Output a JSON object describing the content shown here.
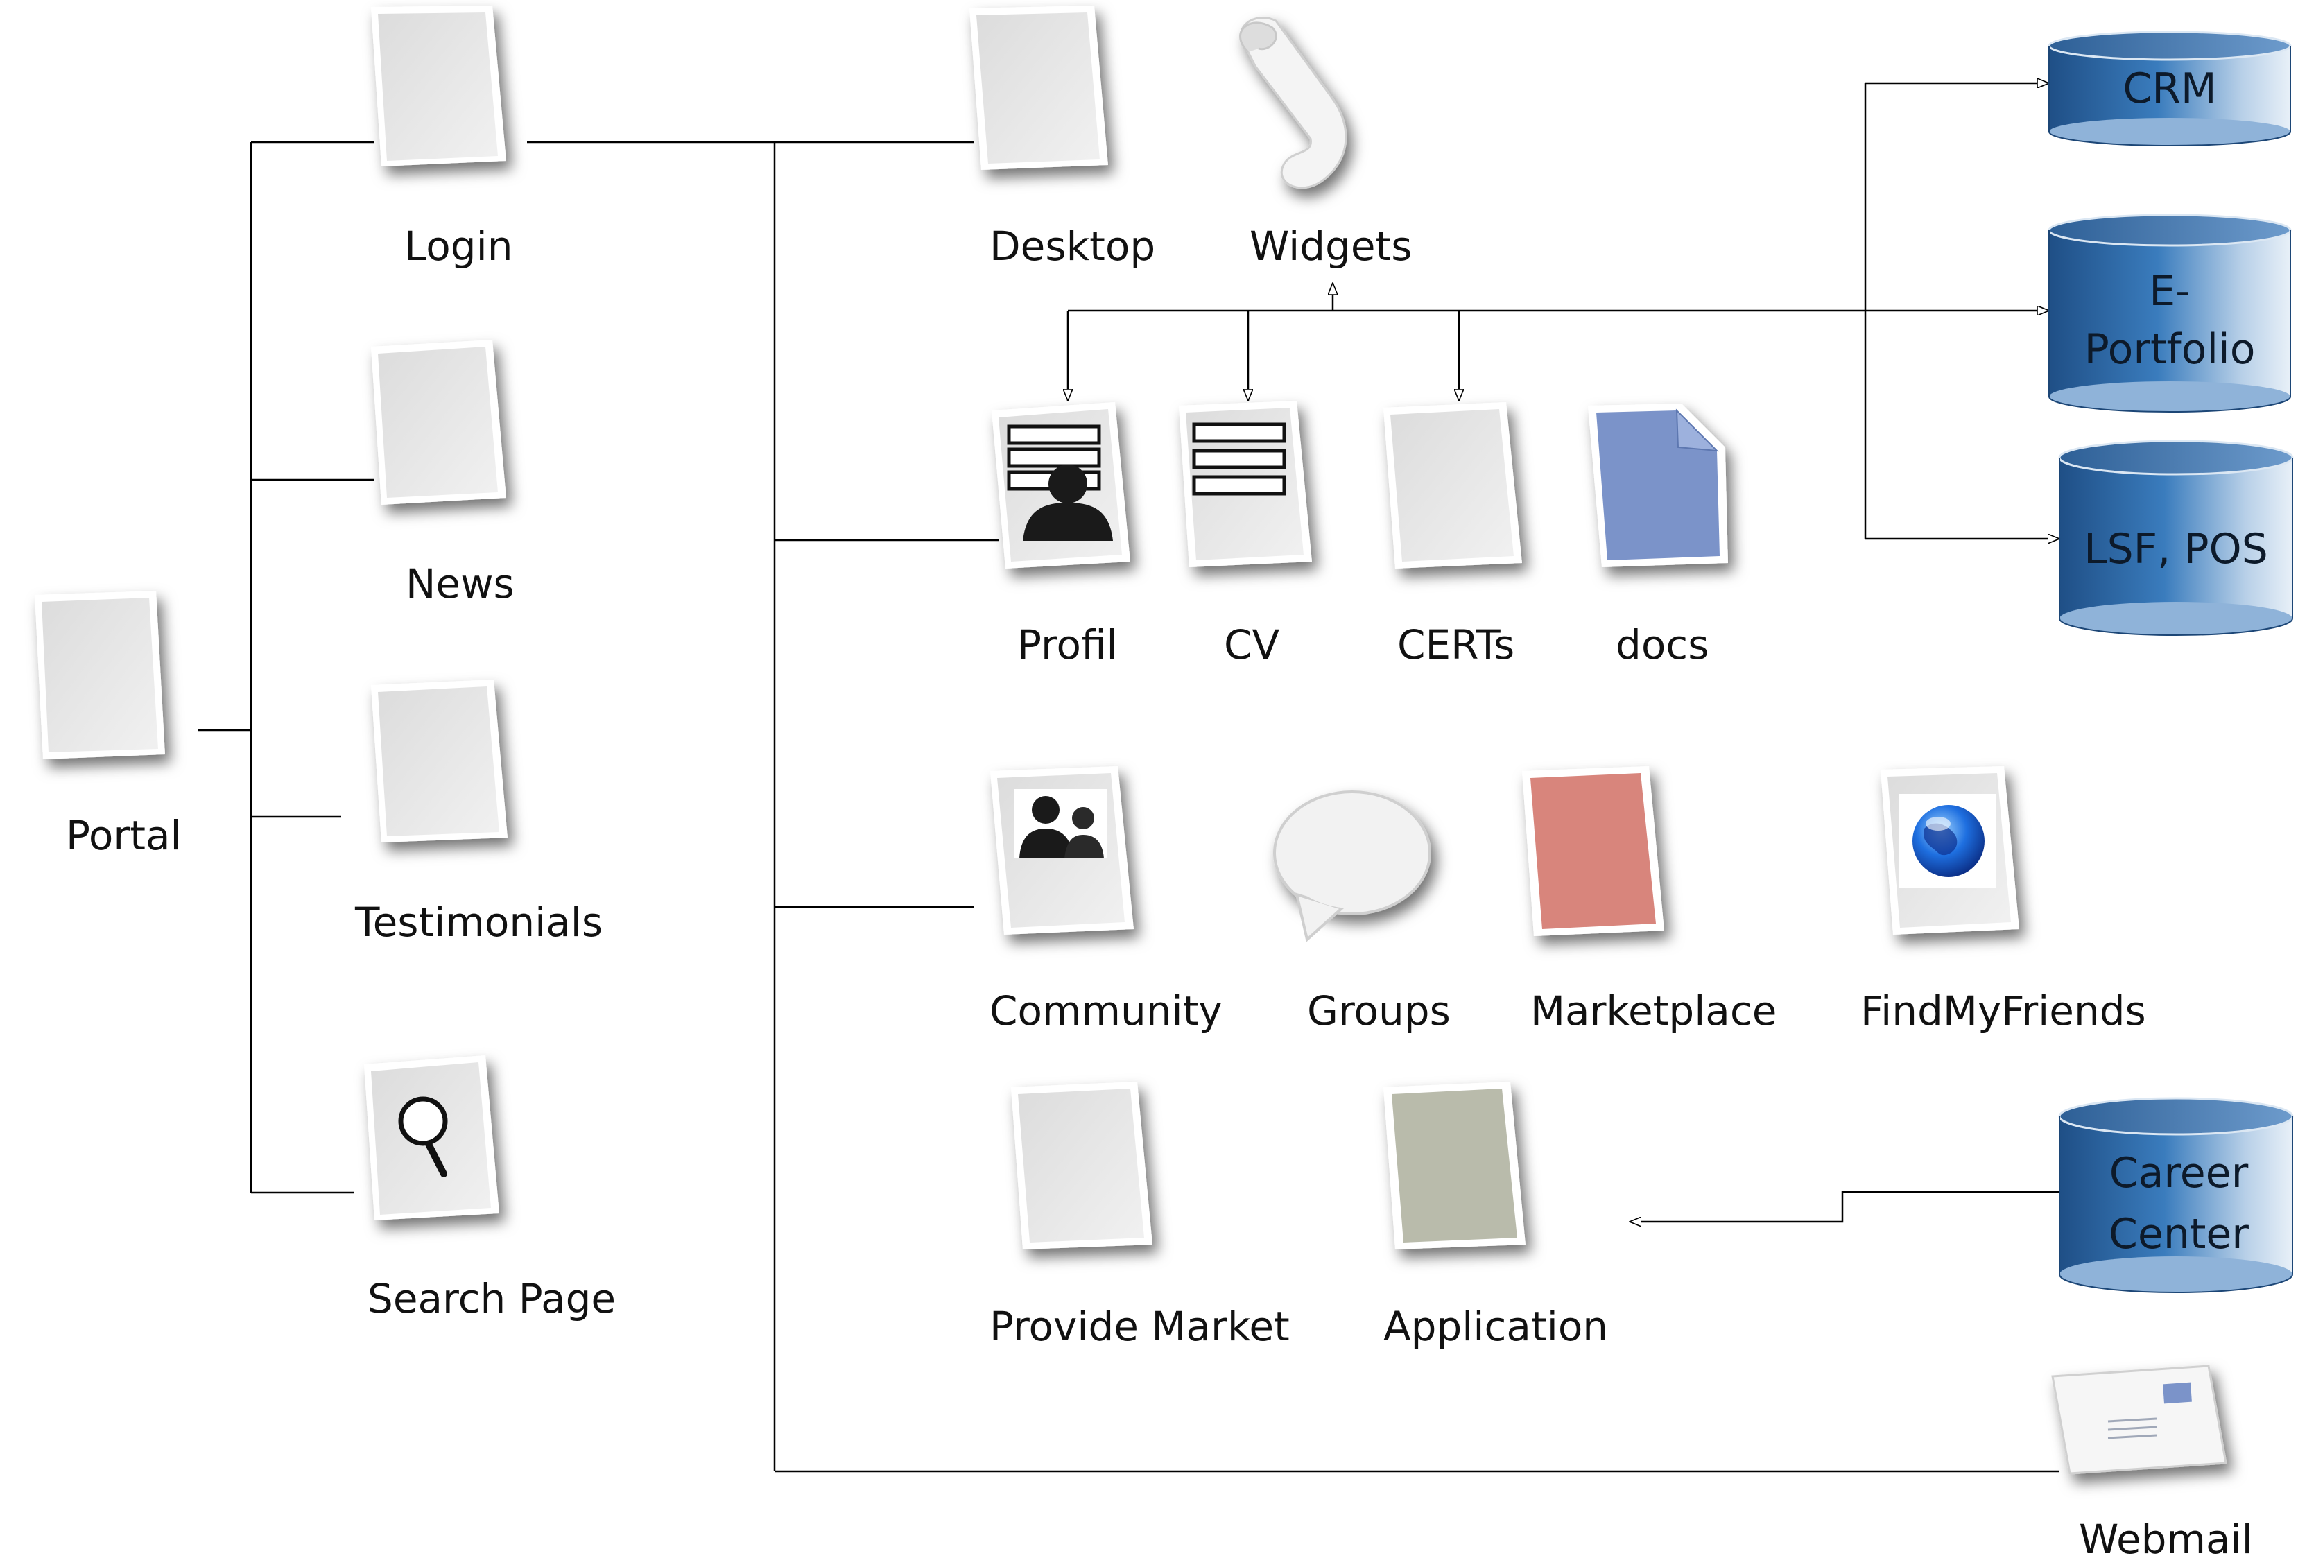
{
  "nodes": {
    "portal": "Portal",
    "login": "Login",
    "news": "News",
    "testimonials": "Testimonials",
    "search_page": "Search Page",
    "desktop": "Desktop",
    "widgets": "Widgets",
    "profil": "Profil",
    "cv": "CV",
    "certs": "CERTs",
    "docs": "docs",
    "community": "Community",
    "groups": "Groups",
    "marketplace": "Marketplace",
    "findmyfriends": "FindMyFriends",
    "provide_market": "Provide Market",
    "application": "Application",
    "webmail": "Webmail"
  },
  "databases": {
    "crm": "CRM",
    "e_portfolio_line1": "E-",
    "e_portfolio_line2": "Portfolio",
    "lsf_pos": "LSF, POS",
    "career_center_line1": "Career",
    "career_center_line2": "Center"
  },
  "colors": {
    "page": "#e6e6e6",
    "docs": "#7b93c9",
    "marketplace": "#d8857c",
    "application": "#b9bbab",
    "database": "#2d6aa6"
  },
  "icons": {
    "profil": "profile-card-icon",
    "cv": "form-lines-icon",
    "community": "people-silhouette-icon",
    "groups": "speech-bubble-icon",
    "findmyfriends": "globe-icon",
    "search_page": "magnifier-icon",
    "widgets": "scroll-icon",
    "webmail": "envelope-icon"
  }
}
